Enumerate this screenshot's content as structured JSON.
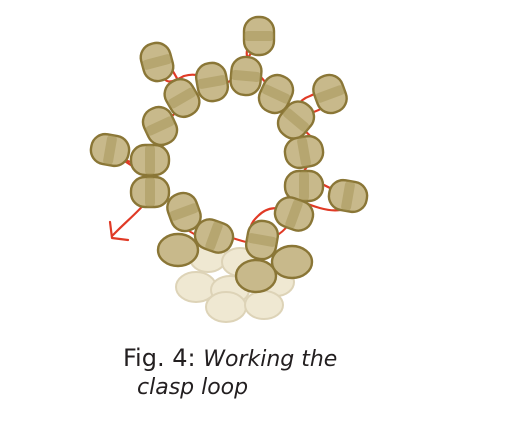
{
  "figure": {
    "label": "Fig. 4:",
    "title_line1": "Working the",
    "title_line2": "clasp loop"
  },
  "colors": {
    "bead_fill": "#c8b98b",
    "bead_stroke": "#8a7636",
    "bead_hole": "#a0904f",
    "base_bead_fill": "#efe8d2",
    "base_bead_stroke": "#ddd3b7",
    "thread": "#e03a26"
  }
}
